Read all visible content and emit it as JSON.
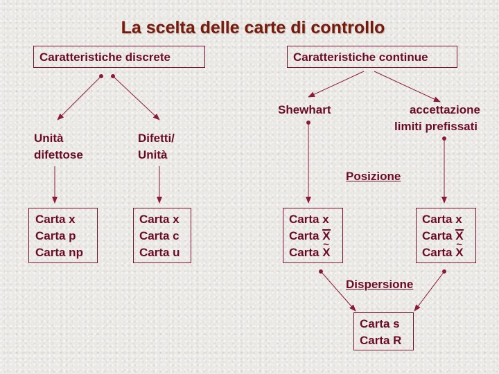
{
  "title": "La scelta delle carte di controllo",
  "discrete": {
    "header": "Caratteristiche discrete",
    "left_label": [
      "Unità",
      "difettose"
    ],
    "right_label": [
      "Difetti/",
      "Unità"
    ],
    "left_box": [
      "Carta x",
      "Carta p",
      "Carta np"
    ],
    "right_box": [
      "Carta x",
      "Carta c",
      "Carta u"
    ]
  },
  "continuous": {
    "header": "Caratteristiche continue",
    "shewhart": "Shewhart",
    "accept_label": [
      "accettazione",
      "limiti prefissati"
    ],
    "posizione": "Posizione",
    "dispersione": "Dispersione",
    "card_prefix": "Carta ",
    "left_box": [
      "x",
      "X",
      "X"
    ],
    "right_box": [
      "x",
      "X",
      "X"
    ],
    "bottom_box": [
      "Carta s",
      "Carta R"
    ]
  },
  "colors": {
    "text": "#6b0a27",
    "title": "#7a1a0a",
    "border": "#7a1030",
    "arrow": "#8b1a3a"
  }
}
